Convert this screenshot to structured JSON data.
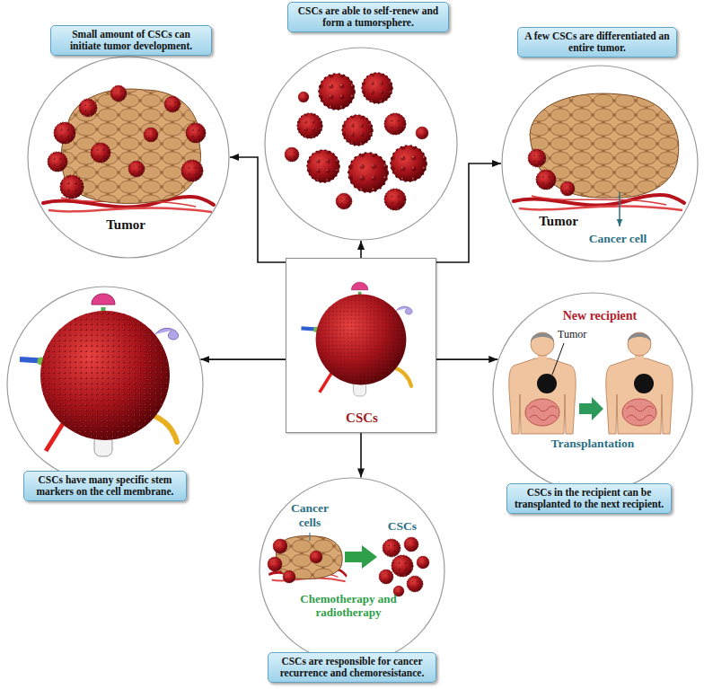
{
  "diagram": {
    "nodes": [
      {
        "text": [
          "Small amount of CSCs can initiate tumor development.",
          "Tumor"
        ]
      },
      {
        "text": [
          "CSCs are able to self-renew and form a tumorsphere."
        ]
      },
      {
        "text": [
          "A few CSCs are differentiated an entire tumor.",
          "Tumor",
          "Cancer cell"
        ]
      },
      {
        "text": [
          "CSCs have many specific stem markers on the cell membrane."
        ]
      },
      {
        "text": [
          "CSCs"
        ]
      },
      {
        "text": [
          "CSCs in the recipient can be transplanted to the next recipient.",
          "New recipient",
          "Tumor",
          "Transplantation"
        ]
      },
      {
        "text": [
          "CSCs are responsible for cancer recurrence and chemoresistance.",
          "Cancer cells",
          "CSCs",
          "Chemotherapy and radiotherapy"
        ]
      }
    ],
    "edges": [
      {
        "from": 4,
        "to": 0,
        "arrow": "to"
      },
      {
        "from": 4,
        "to": 1,
        "arrow": "to"
      },
      {
        "from": 4,
        "to": 2,
        "arrow": "to"
      },
      {
        "from": 4,
        "to": 3,
        "arrow": "to"
      },
      {
        "from": 4,
        "to": 5,
        "arrow": "to"
      },
      {
        "from": 4,
        "to": 6,
        "arrow": "to"
      }
    ]
  }
}
